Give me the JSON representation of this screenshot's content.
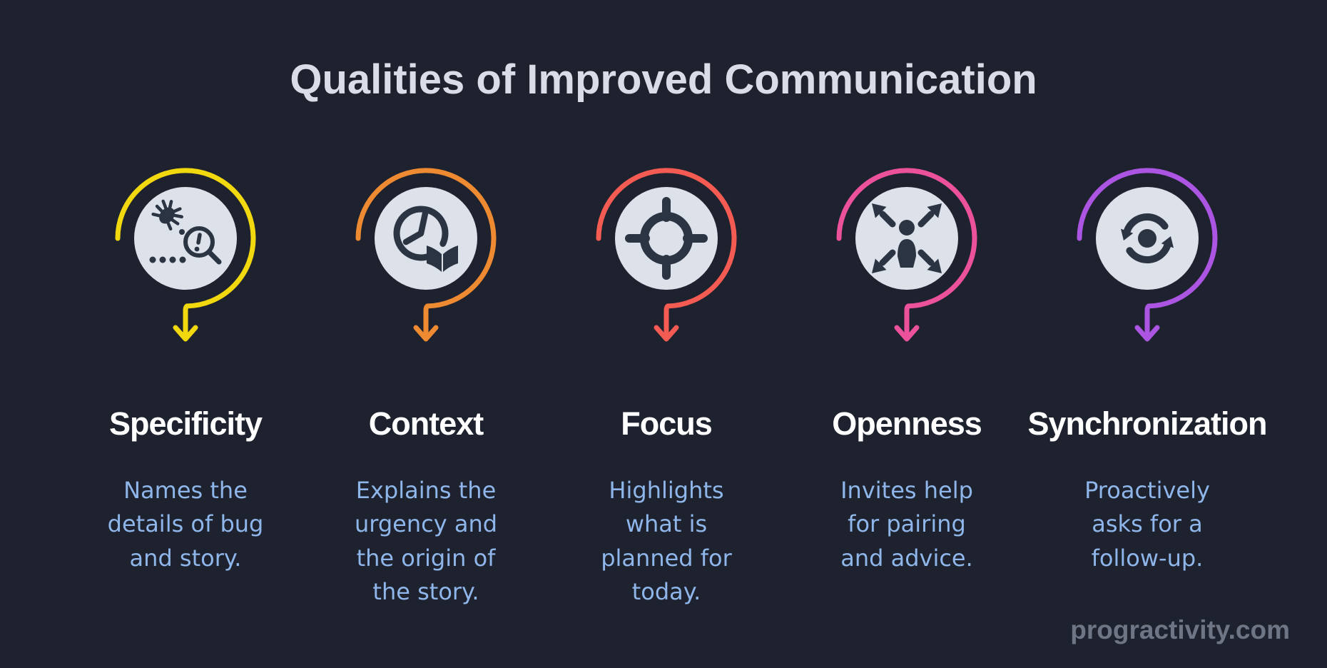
{
  "title": "Qualities of Improved Communication",
  "footer": {
    "site": "progractivity.com"
  },
  "colors": {
    "background": "#1e222e",
    "icon_disc": "#dce1ea",
    "icon_glyph": "#2b3442",
    "title_text": "#d9dde7",
    "heading_text": "#ffffff",
    "description_text": "#8fb6ea",
    "footer_text": "#6e7686"
  },
  "columns": [
    {
      "label": "Specificity",
      "icon": "bug-magnifier-icon",
      "ring_color": "#f2d80e",
      "description": "Names the\ndetails of bug\nand story."
    },
    {
      "label": "Context",
      "icon": "clock-book-icon",
      "ring_color": "#ee8a31",
      "description": "Explains the\nurgency and\nthe origin of\nthe story."
    },
    {
      "label": "Focus",
      "icon": "crosshair-target-icon",
      "ring_color": "#f45b52",
      "description": "Highlights\nwhat is\nplanned for\ntoday."
    },
    {
      "label": "Openness",
      "icon": "person-expand-arrows-icon",
      "ring_color": "#ec519c",
      "description": "Invites help\nfor pairing\nand advice."
    },
    {
      "label": "Synchronization",
      "icon": "sync-cycle-icon",
      "ring_color": "#ab55e2",
      "description": "Proactively\nasks for a\nfollow-up."
    }
  ]
}
